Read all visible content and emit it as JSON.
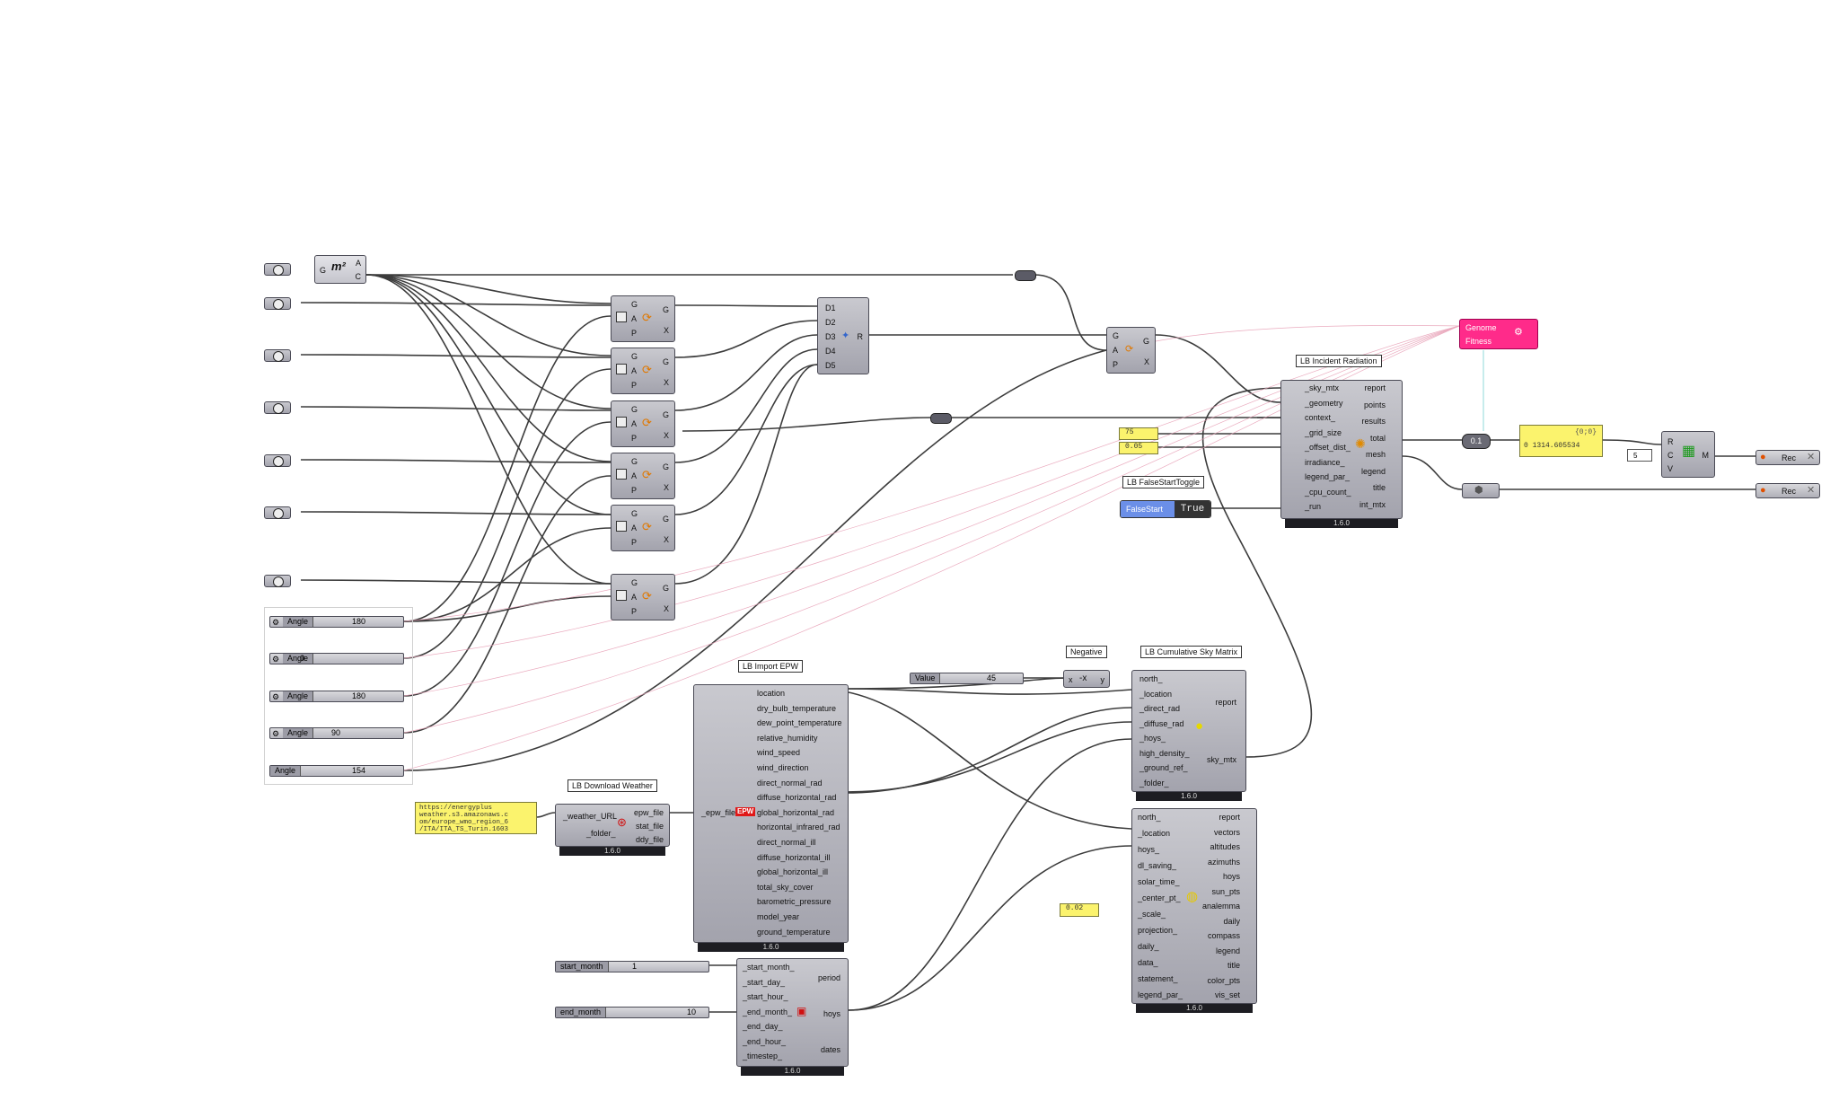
{
  "area_component": {
    "input": "G",
    "outputs": [
      "A",
      "C"
    ],
    "icon": "m²"
  },
  "rotate_components": {
    "inputs": [
      "G",
      "A",
      "P"
    ],
    "outputs": [
      "G",
      "X"
    ]
  },
  "merge_component": {
    "inputs": [
      "D1",
      "D2",
      "D3",
      "D4",
      "D5"
    ],
    "output": "R"
  },
  "angle_sliders": [
    {
      "name": "Angle",
      "value": "180"
    },
    {
      "name": "Angle",
      "value": "0"
    },
    {
      "name": "Angle",
      "value": "180"
    },
    {
      "name": "Angle",
      "value": "90"
    },
    {
      "name": "Angle",
      "value": "154"
    }
  ],
  "incident_radiation": {
    "title": "LB Incident Radiation",
    "inputs": [
      "_sky_mtx",
      "_geometry",
      "context_",
      "_grid_size",
      "_offset_dist_",
      "irradiance_",
      "legend_par_",
      "_cpu_count_",
      "_run"
    ],
    "outputs": [
      "report",
      "points",
      "results",
      "total",
      "mesh",
      "legend",
      "title",
      "int_mtx"
    ],
    "version": "1.6.0"
  },
  "grid_size_panel": "75",
  "offset_panel": "0.05",
  "false_start": {
    "title": "LB FalseStartToggle",
    "label": "FalseStart",
    "value": "True"
  },
  "genome": {
    "label1": "Genome",
    "label2": "Fitness"
  },
  "number_panel": {
    "header": "{0;0}",
    "value": "0 1314.605534"
  },
  "count_panel": "5",
  "mesh_component": {
    "inputs": [
      "R",
      "C",
      "V"
    ],
    "output": "M"
  },
  "rec1": "Rec",
  "rec2": "Rec",
  "negative": {
    "title": "Negative",
    "in": "x",
    "out": "y"
  },
  "value_slider": {
    "name": "Value",
    "value": "45"
  },
  "sky_matrix": {
    "title": "LB Cumulative Sky Matrix",
    "inputs": [
      "north_",
      "_location",
      "_direct_rad",
      "_diffuse_rad",
      "_hoys_",
      "high_density_",
      "_ground_ref_",
      "_folder_"
    ],
    "outputs": [
      "report",
      "sky_mtx"
    ],
    "version": "1.6.0"
  },
  "sunpath": {
    "inputs": [
      "north_",
      "_location",
      "hoys_",
      "dl_saving_",
      "solar_time_",
      "_center_pt_",
      "_scale_",
      "projection_",
      "daily_",
      "data_",
      "statement_",
      "legend_par_"
    ],
    "outputs": [
      "report",
      "vectors",
      "altitudes",
      "azimuths",
      "hoys",
      "sun_pts",
      "analemma",
      "daily",
      "compass",
      "legend",
      "title",
      "color_pts",
      "vis_set"
    ],
    "version": "1.6.0"
  },
  "scale_panel": "0.02",
  "import_epw": {
    "title": "LB Import EPW",
    "input": "_epw_file",
    "outputs": [
      "location",
      "dry_bulb_temperature",
      "dew_point_temperature",
      "relative_humidity",
      "wind_speed",
      "wind_direction",
      "direct_normal_rad",
      "diffuse_horizontal_rad",
      "global_horizontal_rad",
      "horizontal_infrared_rad",
      "direct_normal_ill",
      "diffuse_horizontal_ill",
      "global_horizontal_ill",
      "total_sky_cover",
      "barometric_pressure",
      "model_year",
      "ground_temperature"
    ],
    "badge": "EPW",
    "version": "1.6.0"
  },
  "download_weather": {
    "title": "LB Download Weather",
    "inputs": [
      "_weather_URL",
      "_folder_"
    ],
    "outputs": [
      "epw_file",
      "stat_file",
      "ddy_file"
    ],
    "version": "1.6.0"
  },
  "url_panel": [
    "https://energyplus",
    "weather.s3.amazonaws.c",
    "om/europe_wmo_region_6",
    "/ITA/ITA_TS_Turin.1603"
  ],
  "analysis_period": {
    "inputs": [
      "_start_month_",
      "_start_day_",
      "_start_hour_",
      "_end_month_",
      "_end_day_",
      "_end_hour_",
      "_timestep_"
    ],
    "outputs": [
      "period",
      "hoys",
      "dates"
    ],
    "version": "1.6.0"
  },
  "start_month_slider": {
    "name": "start_month",
    "value": "1"
  },
  "end_month_slider": {
    "name": "end_month",
    "value": "10"
  },
  "colors": {
    "component": "#b5b5bd",
    "panel": "#fbf36d",
    "genome": "#ff2b8a",
    "toggle": "#6b8fe8",
    "wire": "#3a3a3a"
  }
}
